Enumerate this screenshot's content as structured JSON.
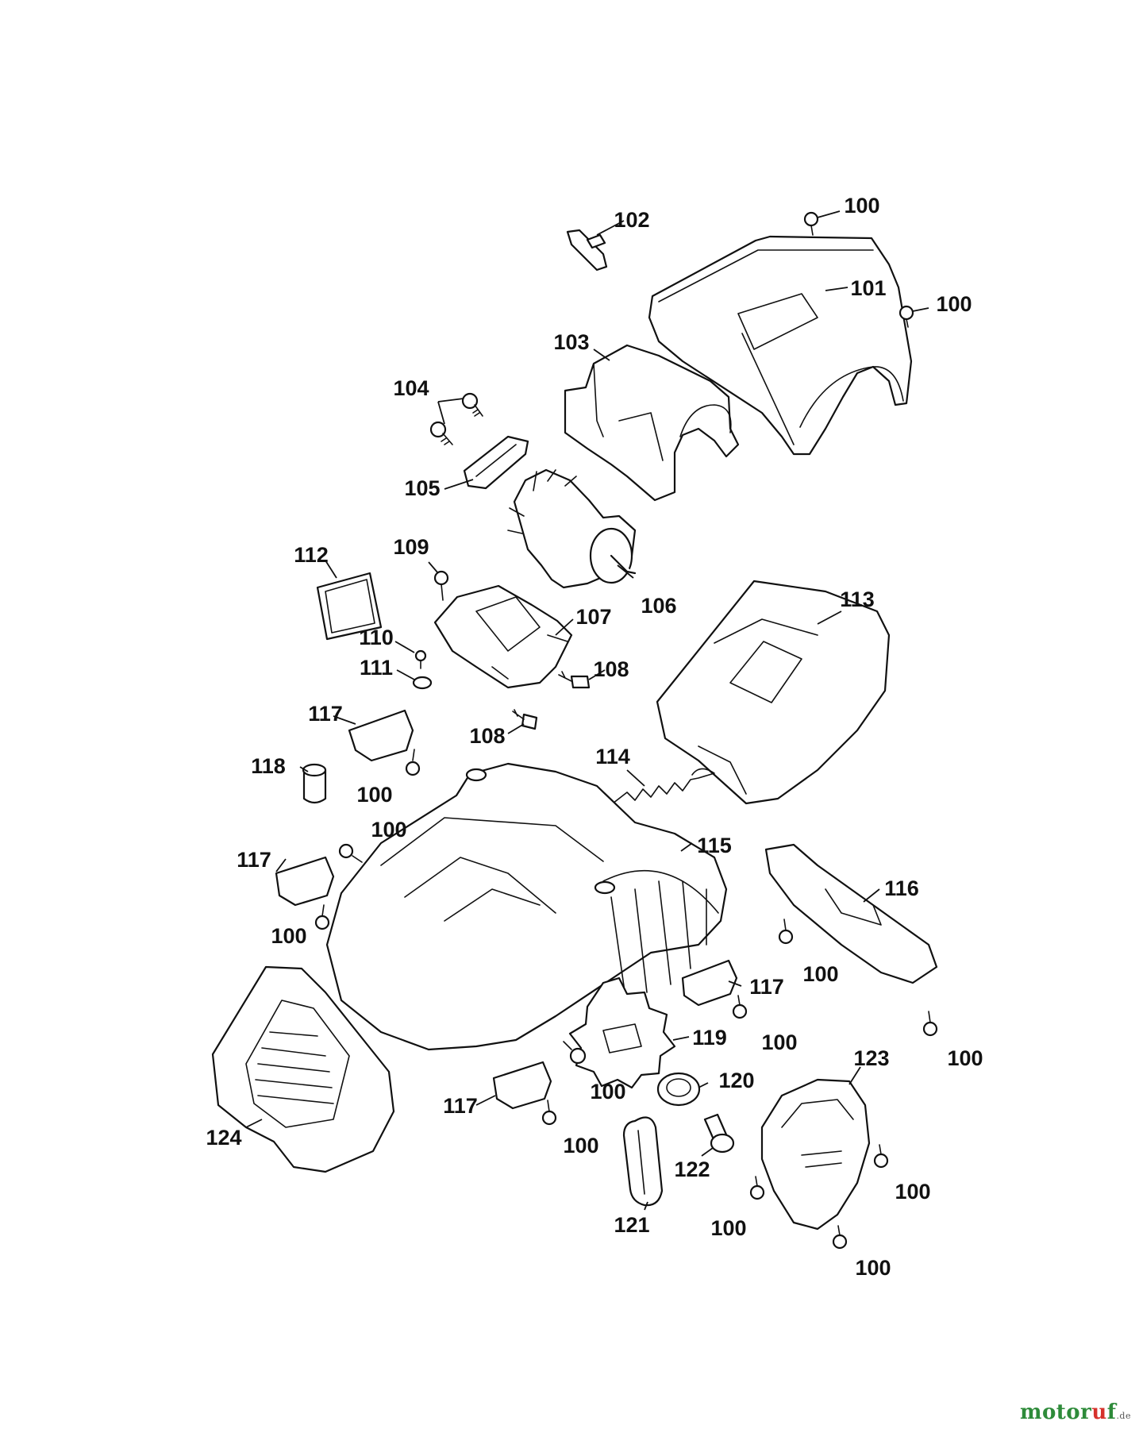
{
  "diagram": {
    "callouts": {
      "c100": "100",
      "c101": "101",
      "c102": "102",
      "c103": "103",
      "c104": "104",
      "c105": "105",
      "c106": "106",
      "c107": "107",
      "c108": "108",
      "c109": "109",
      "c110": "110",
      "c111": "111",
      "c112": "112",
      "c113": "113",
      "c114": "114",
      "c115": "115",
      "c116": "116",
      "c117": "117",
      "c118": "118",
      "c119": "119",
      "c120": "120",
      "c121": "121",
      "c122": "122",
      "c123": "123",
      "c124": "124"
    }
  },
  "watermark": {
    "brand_start": "motor",
    "brand_accent": "u",
    "brand_end": "f",
    "tld": ".de"
  },
  "colors": {
    "line": "#111111",
    "background": "#ffffff",
    "watermark_green": "#2e8b3a",
    "watermark_red": "#d6322c"
  }
}
